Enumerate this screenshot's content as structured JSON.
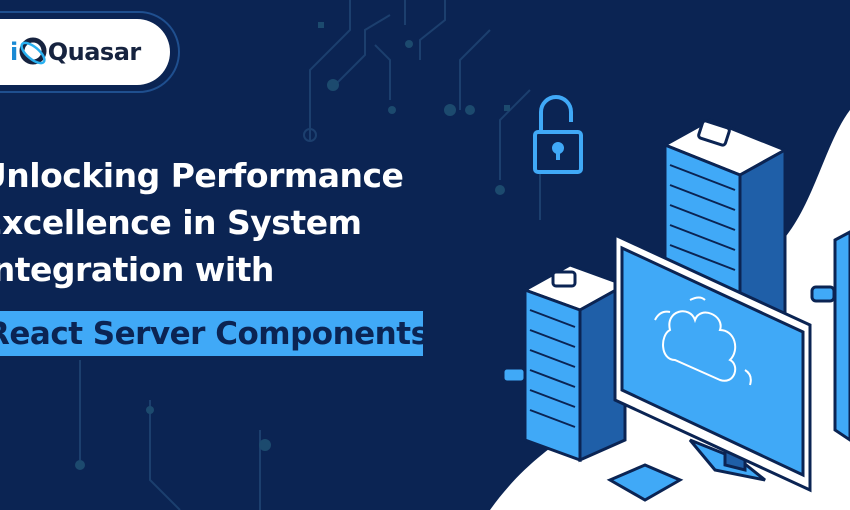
{
  "brand": {
    "logo_text": "Quasar",
    "logo_prefix": "i",
    "accent": "#40a9f7",
    "background": "#0b2453"
  },
  "headline": {
    "lines": [
      "Unlocking Performance",
      "Excellence in System",
      "Integration with"
    ],
    "highlight": "React Server Components"
  },
  "illustration": {
    "icons": [
      "unlocked-padlock-icon",
      "server-icon",
      "monitor-icon",
      "cloud-icon"
    ]
  }
}
